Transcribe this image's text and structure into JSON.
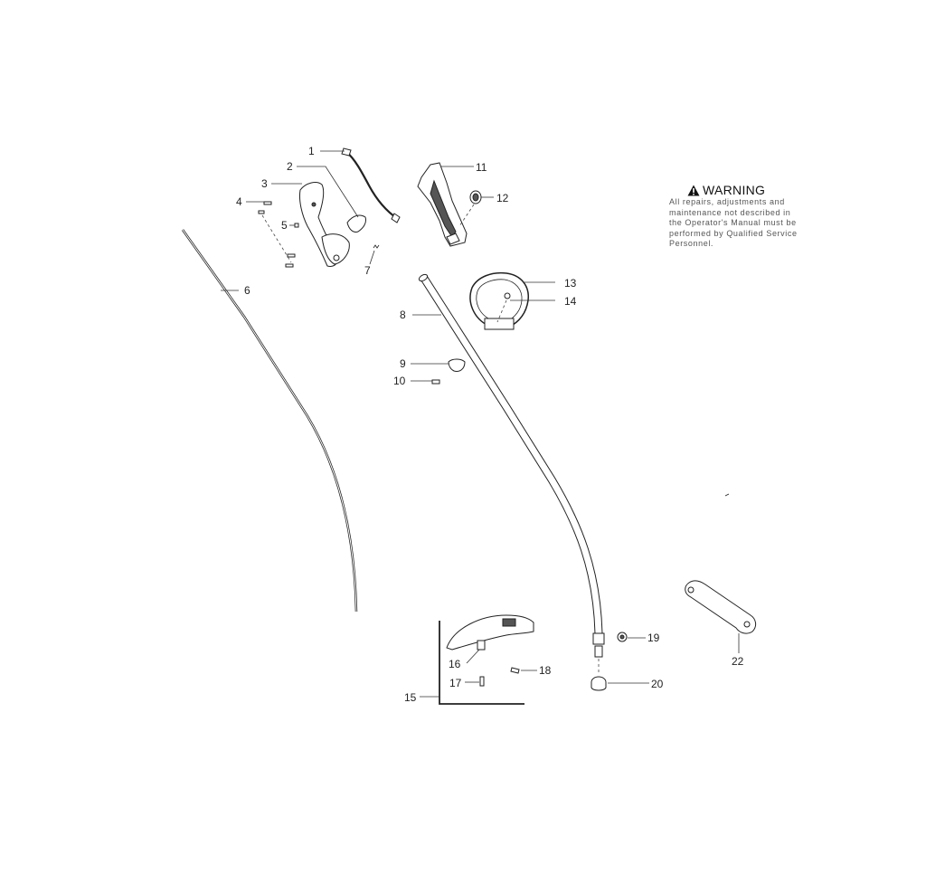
{
  "warning": {
    "title": "WARNING",
    "icon": "warning-triangle-icon",
    "lines": [
      "All repairs, adjustments and",
      "maintenance not described in",
      "the Operator's Manual must be",
      "performed by Qualified Service",
      "Personnel."
    ]
  },
  "callouts": {
    "c1": "1",
    "c2": "2",
    "c3": "3",
    "c4": "4",
    "c5": "5",
    "c6": "6",
    "c7": "7",
    "c8": "8",
    "c9": "9",
    "c10": "10",
    "c11": "11",
    "c12": "12",
    "c13": "13",
    "c14": "14",
    "c15": "15",
    "c16": "16",
    "c17": "17",
    "c18": "18",
    "c19": "19",
    "c20": "20",
    "c22": "22"
  }
}
